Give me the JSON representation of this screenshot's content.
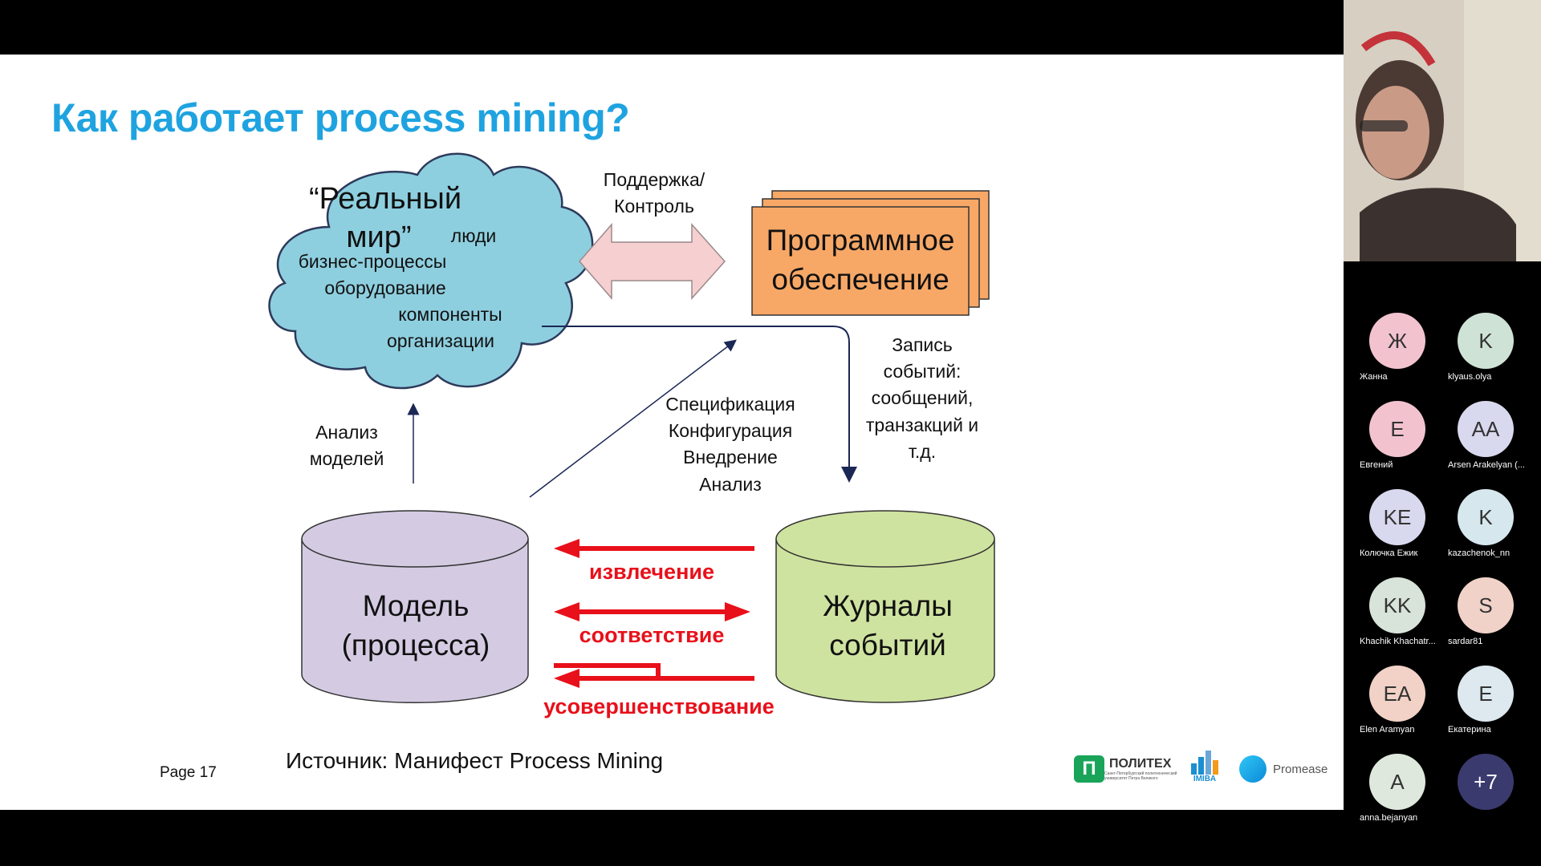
{
  "slide": {
    "title": "Как работает process mining?",
    "page_label": "Page 17",
    "source": "Источник: Манифест Process Mining"
  },
  "diagram": {
    "cloud": {
      "title_line1": "“Реальный",
      "title_line2": "мир”",
      "items": [
        "люди",
        "бизнес-процессы",
        "оборудование",
        "компоненты",
        "организации"
      ]
    },
    "support_label": [
      "Поддержка/",
      "Контроль"
    ],
    "software_label": [
      "Программное",
      "обеспечение"
    ],
    "record_label": [
      "Запись",
      "событий:",
      "сообщений,",
      "транзакций и",
      "т.д."
    ],
    "spec_label": [
      "Спецификация",
      "Конфигурация",
      "Внедрение",
      "Анализ"
    ],
    "analysis_label": [
      "Анализ",
      "моделей"
    ],
    "model_label": [
      "Модель",
      "(процесса)"
    ],
    "logs_label": [
      "Журналы",
      "событий"
    ],
    "extraction": "извлечение",
    "conformance": "соответствие",
    "enhancement": "усовершенствование",
    "colors": {
      "cloud": "#8ecfdf",
      "software": "#f7a867",
      "model": "#d4cbe3",
      "logs": "#cfe3a0",
      "red": "#e8101a",
      "arrow_pink": "#f6cfd0",
      "navy": "#1b2754"
    }
  },
  "logos": {
    "politech": "ПОЛИТЕХ",
    "politech_sub": "Санкт-Петербургский политехнический университет Петра Великого",
    "imiba": "IMIBA",
    "promease": "Promease"
  },
  "participants": [
    {
      "initials": "Ж",
      "name": "Жанна",
      "color": "#f2c3cf"
    },
    {
      "initials": "K",
      "name": "klyaus.olya",
      "color": "#cfe2d6"
    },
    {
      "initials": "E",
      "name": "Евгений",
      "color": "#f2c3cf"
    },
    {
      "initials": "AA",
      "name": "Arsen Arakelyan (...",
      "color": "#d8d8ee"
    },
    {
      "initials": "KE",
      "name": "Колючка Ежик",
      "color": "#d8d8ee"
    },
    {
      "initials": "K",
      "name": "kazachenok_nn",
      "color": "#d6e8ee"
    },
    {
      "initials": "KK",
      "name": "Khachik Khachatr...",
      "color": "#d8e4da"
    },
    {
      "initials": "S",
      "name": "sardar81",
      "color": "#f1d2c8"
    },
    {
      "initials": "EA",
      "name": "Elen Aramyan",
      "color": "#f2d2c6"
    },
    {
      "initials": "E",
      "name": "Екатерина",
      "color": "#dde8ef"
    },
    {
      "initials": "A",
      "name": "anna.bejanyan",
      "color": "#dfe8dd"
    },
    {
      "initials": "+7",
      "name": "",
      "color": "#3b3a6e"
    }
  ]
}
